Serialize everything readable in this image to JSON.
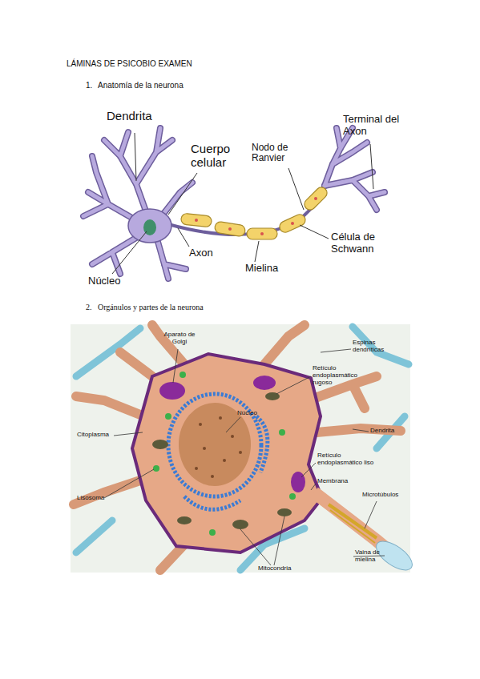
{
  "diagram": {
    "title": "LÁMINAS DE PSICOBIO EXAMEN",
    "labels": [
      "1.",
      "Anatomía de la neurona",
      "Dendrita",
      "Cuerpo celular",
      "Nodo de Ranvier",
      "Terminal del Axon",
      "Axon",
      "Célula de Schwann",
      "Mielina",
      "Núcleo",
      "2.",
      "Orgánulos y partes de la neurona",
      "Aparato de Golgi",
      "Espinas dendríticas",
      "Retículo endoplasmático rugoso",
      "Núcleo",
      "Citoplasma",
      "Dendrita",
      "Retículo endoplasmático liso",
      "Lisosoma",
      "Membrana",
      "Microtúbulos",
      "Vaina de mielina",
      "Mitocondria"
    ]
  }
}
